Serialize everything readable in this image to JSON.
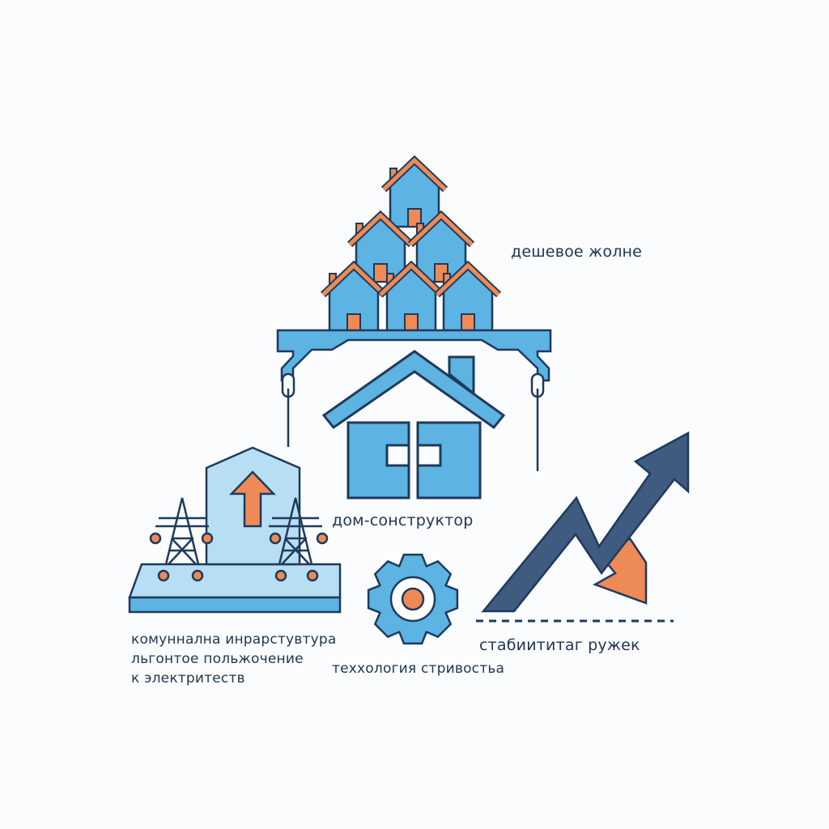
{
  "labels": {
    "cheap_housing": "дешевое жолне",
    "modular_house": "дом-сонструктор",
    "infrastructure_line1": "комуннална инрарстувтура",
    "infrastructure_line2": "льгонтое польжочение",
    "infrastructure_line3": "к электритеств",
    "technology": "теххология стривостьа",
    "stability": "стабиититаг ружек"
  },
  "colors": {
    "blue": "#5db3e2",
    "light_blue": "#b7def3",
    "outline": "#1e3a5c",
    "orange": "#ee8a55",
    "navy": "#3f5b80"
  }
}
